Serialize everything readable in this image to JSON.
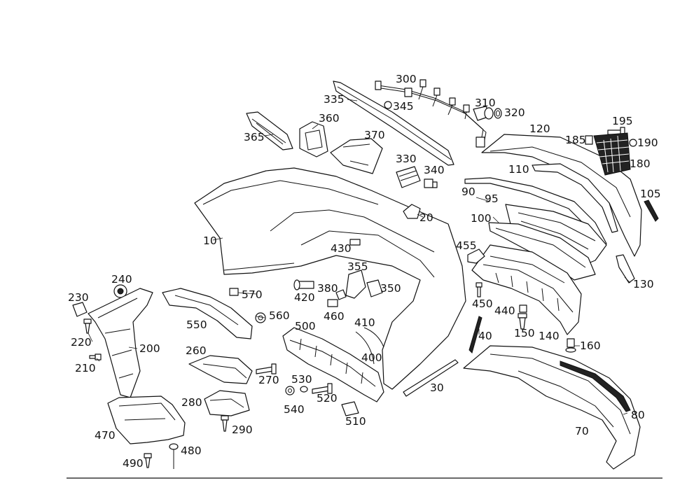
{
  "diagram": {
    "callouts": {
      "c300": "300",
      "c335": "335",
      "c345": "345",
      "c310": "310",
      "c320": "320",
      "c360": "360",
      "c365": "365",
      "c370": "370",
      "c330": "330",
      "c340": "340",
      "c195": "195",
      "c120": "120",
      "c185": "185",
      "c190": "190",
      "c180": "180",
      "c110": "110",
      "c90": "90",
      "c105": "105",
      "c95": "95",
      "c20": "20",
      "c100": "100",
      "c10": "10",
      "c430": "430",
      "c455": "455",
      "c355": "355",
      "c240": "240",
      "c230": "230",
      "c570": "570",
      "c380": "380",
      "c350": "350",
      "c420": "420",
      "c130": "130",
      "c450": "450",
      "c560": "560",
      "c440": "440",
      "c460": "460",
      "c550": "550",
      "c410": "410",
      "c500": "500",
      "c150": "150",
      "c220": "220",
      "c200": "200",
      "c140": "140",
      "c40": "40",
      "c160": "160",
      "c210": "210",
      "c260": "260",
      "c400": "400",
      "c270": "270",
      "c530": "530",
      "c30": "30",
      "c520": "520",
      "c280": "280",
      "c540": "540",
      "c80": "80",
      "c290": "290",
      "c510": "510",
      "c70": "70",
      "c470": "470",
      "c480": "480",
      "c490": "490"
    }
  }
}
